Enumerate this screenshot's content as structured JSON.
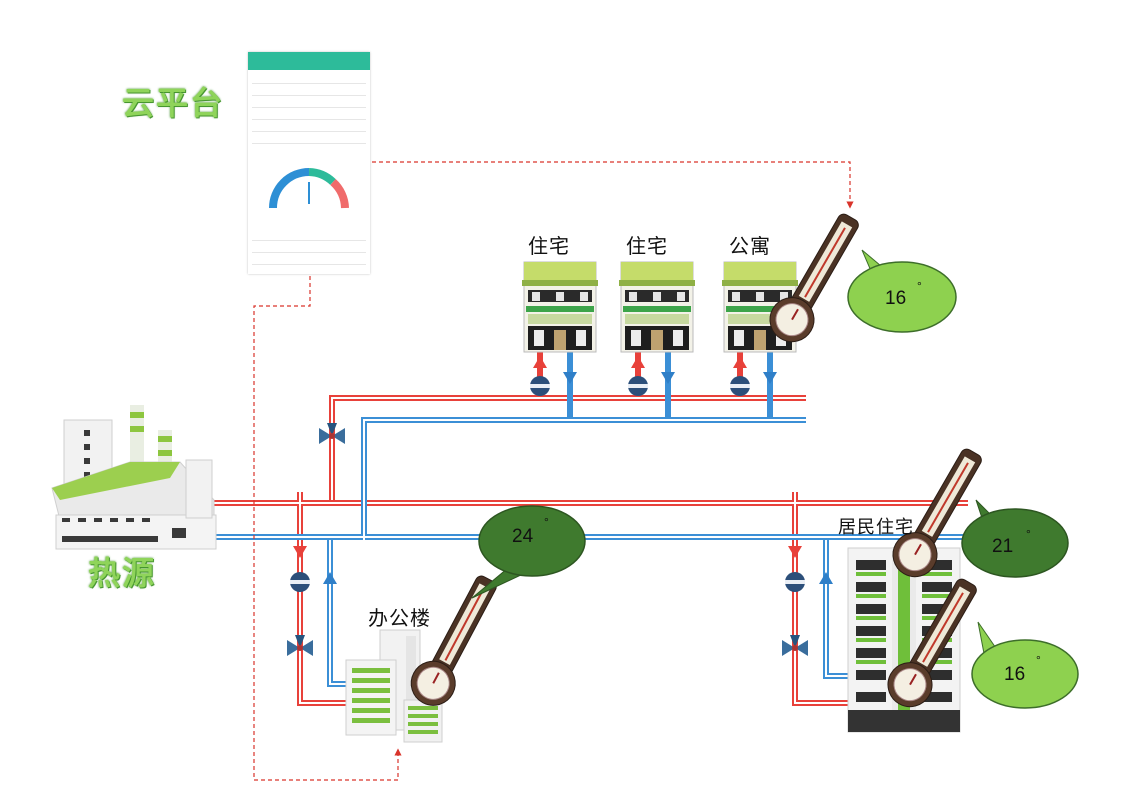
{
  "title_cloud": "云平台",
  "title_heat_source": "热源",
  "buildings": {
    "residence_1": "住宅",
    "residence_2": "住宅",
    "apartment": "公寓",
    "office": "办公楼",
    "residential_housing": "居民住宅"
  },
  "temperatures": {
    "apartment": "16",
    "office": "24",
    "housing_upper": "21",
    "housing_lower": "16",
    "degree_symbol": "°"
  },
  "colors": {
    "supply_pipe": "#e8413a",
    "return_pipe": "#3b8fd6",
    "signal_line": "#d9342b",
    "bubble_light": "#8ed14f",
    "bubble_dark": "#3f7a2e",
    "title_green": "#8fd45a"
  },
  "icons": [
    "factory-icon",
    "building-icon",
    "office-building-icon",
    "apartment-tower-icon",
    "thermometer-icon",
    "pump-icon",
    "valve-icon",
    "phone-app-icon"
  ]
}
